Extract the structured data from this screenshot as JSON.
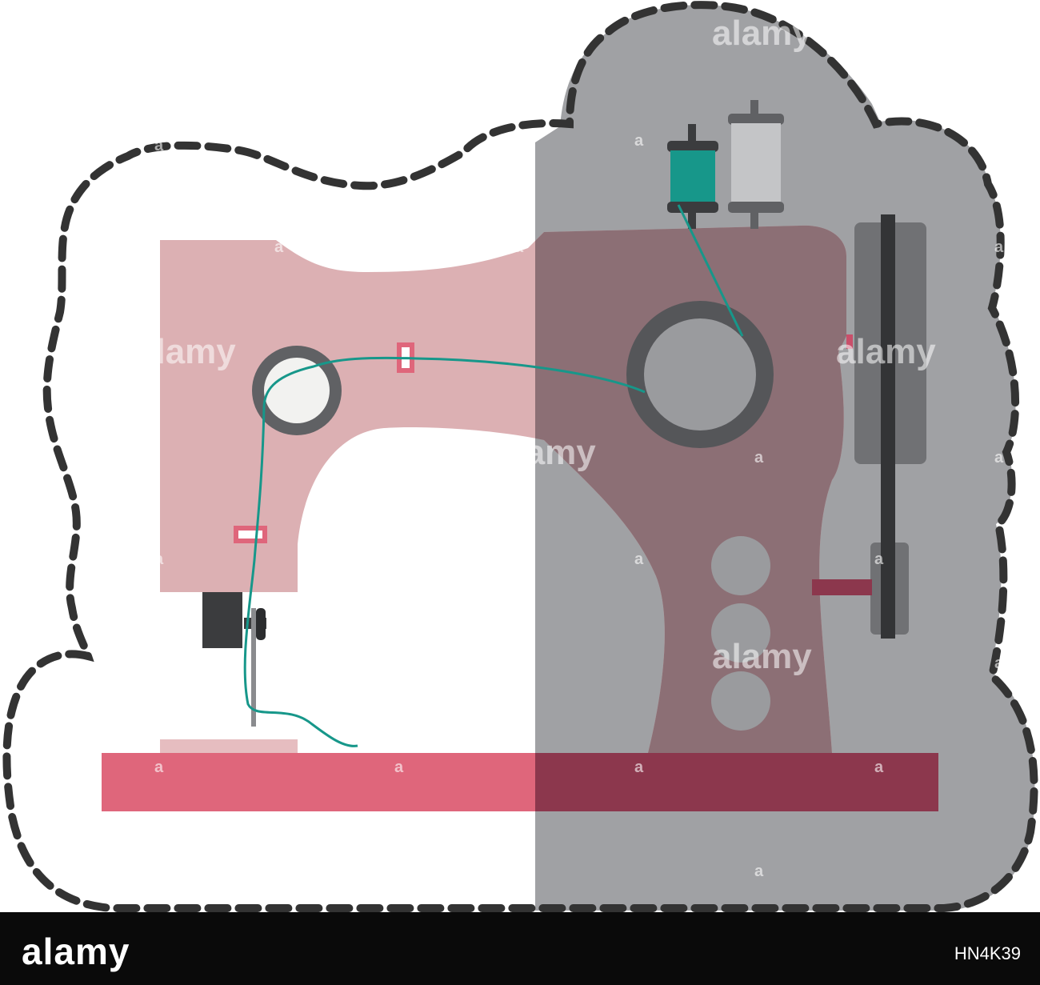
{
  "watermark": {
    "brand": "alamy",
    "small_mark": "a"
  },
  "footer": {
    "brand": "alamy",
    "stock_id": "HN4K39"
  },
  "icon": {
    "name": "sewing-machine-icon",
    "colors": {
      "body_pink": "#dcb0b3",
      "body_mauve": "#8c6f75",
      "base_pink": "#df667b",
      "base_dark": "#8c374d",
      "shadow_gray": "#a0a1a4",
      "thread_teal": "#17978a",
      "outline_dashed": "#333333"
    }
  }
}
